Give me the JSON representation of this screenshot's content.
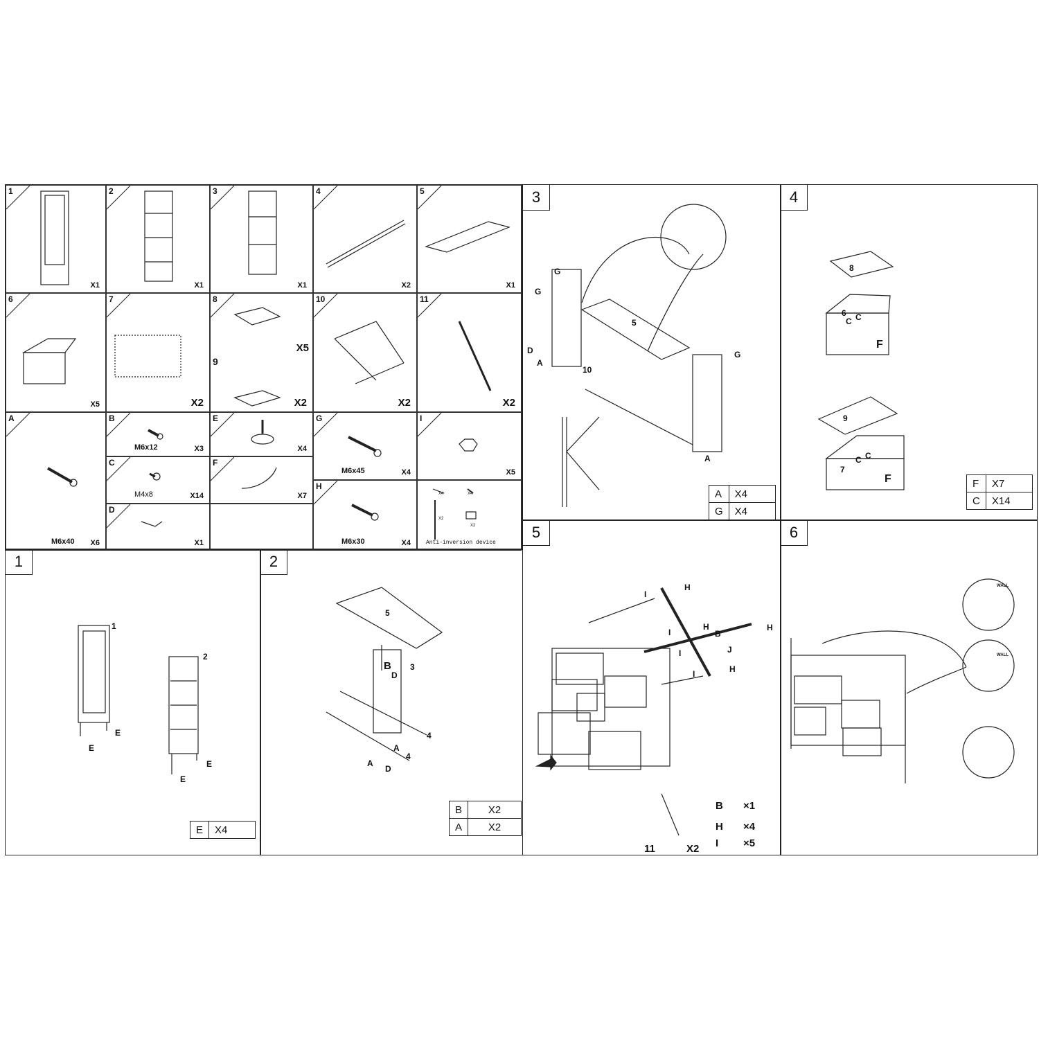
{
  "parts": [
    {
      "tag": "1",
      "qty": "X1"
    },
    {
      "tag": "2",
      "qty": "X1"
    },
    {
      "tag": "3",
      "qty": "X1"
    },
    {
      "tag": "4",
      "qty": "X2"
    },
    {
      "tag": "5",
      "qty": "X1"
    },
    {
      "tag": "6",
      "qty": "X5"
    },
    {
      "tag": "7",
      "qty": "X2"
    },
    {
      "tag": "8",
      "tag2": "9",
      "qty": "X2",
      "qty2": "X5"
    },
    {
      "tag": "10",
      "qty": "X2"
    },
    {
      "tag": "11",
      "qty": "X2"
    }
  ],
  "hardware": [
    {
      "tag": "A",
      "spec": "M6x40",
      "qty": "X6"
    },
    {
      "tag": "B",
      "spec": "M6x12",
      "qty": "X3"
    },
    {
      "tag": "C",
      "spec": "M4x8",
      "qty": "X14"
    },
    {
      "tag": "D",
      "spec": "",
      "qty": "X1"
    },
    {
      "tag": "E",
      "spec": "",
      "qty": "X4"
    },
    {
      "tag": "F",
      "spec": "",
      "qty": "X7"
    },
    {
      "tag": "G",
      "spec": "M6x45",
      "qty": "X4"
    },
    {
      "tag": "H",
      "spec": "M6x30",
      "qty": "X4"
    },
    {
      "tag": "I",
      "spec": "",
      "qty": "X5"
    }
  ],
  "anti_inversion": {
    "label": "Anti-inversion device",
    "q1": "X4",
    "q2": "X4",
    "q3": "X2",
    "q4": "X2"
  },
  "steps": {
    "s1": {
      "num": "1",
      "labels": {
        "p1": "1",
        "p2": "2",
        "e": "E"
      },
      "table": [
        [
          "E",
          "X4"
        ]
      ]
    },
    "s2": {
      "num": "2",
      "labels": {
        "p5": "5",
        "p3": "3",
        "p4": "4",
        "b": "B",
        "d": "D",
        "a": "A"
      },
      "table": [
        [
          "B",
          "X2"
        ],
        [
          "A",
          "X2"
        ]
      ]
    },
    "s3": {
      "num": "3",
      "labels": {
        "g": "G",
        "d": "D",
        "a": "A",
        "p5": "5",
        "p10": "10"
      },
      "table": [
        [
          "A",
          "X4"
        ],
        [
          "G",
          "X4"
        ]
      ]
    },
    "s4": {
      "num": "4",
      "labels": {
        "p8": "8",
        "p9": "9",
        "p6": "6",
        "p7": "7",
        "c": "C",
        "f": "F"
      },
      "table": [
        [
          "F",
          "X7"
        ],
        [
          "C",
          "X14"
        ]
      ]
    },
    "s5": {
      "num": "5",
      "labels": {
        "i": "I",
        "h": "H",
        "b": "B",
        "j": "J",
        "p11": "11",
        "p11qty": "X2"
      },
      "list": [
        [
          "B",
          "×1"
        ],
        [
          "H",
          "×4"
        ],
        [
          "I",
          "×5"
        ]
      ]
    },
    "s6": {
      "num": "6",
      "labels": {
        "wall": "WALL"
      }
    }
  }
}
